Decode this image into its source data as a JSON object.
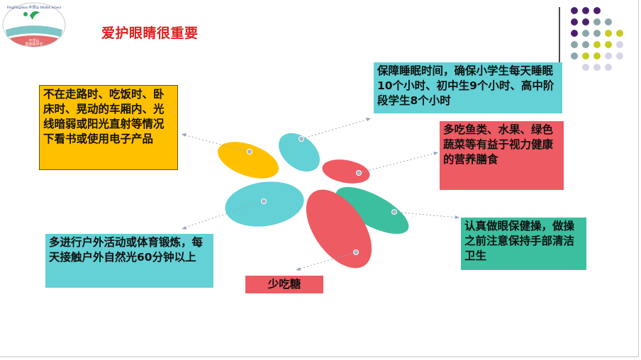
{
  "slide": {
    "title": "爱护眼睛很重要",
    "logo_text": {
      "arc_top": "PingDingShan 平顶山 Middle School",
      "bottom_line1": "平顶山",
      "bottom_line2": "国家级中学"
    }
  },
  "boxes": {
    "reading_habits": "不在走路时、吃饭时、卧床时、晃动的车厢内、光线暗弱或阳光直射等情况下看书或使用电子产品",
    "sleep_time": "保障睡眠时间，确保小学生每天睡眠10个小时、初中生9个小时、高中阶段学生8个小时",
    "nutrition": "多吃鱼类、水果、绿色蔬菜等有益于视力健康的营养膳食",
    "outdoor": "多进行户外活动或体育锻炼，每天接触户外自然光60分钟以上",
    "eye_exercise": "认真做眼保健操，做操之前注意保持手部清洁卫生",
    "less_sugar": "少吃糖"
  },
  "colors": {
    "gold": "#ffc000",
    "teal": "#63d1d6",
    "red": "#ee5b63",
    "green": "#3cbf9e",
    "title_red": "#e02020",
    "dot_purple": "#4b1f6f",
    "dot_gray": "#8aa6a8",
    "dot_yellow": "#c7cc1f",
    "dot_lavender": "#d6d4e6"
  }
}
